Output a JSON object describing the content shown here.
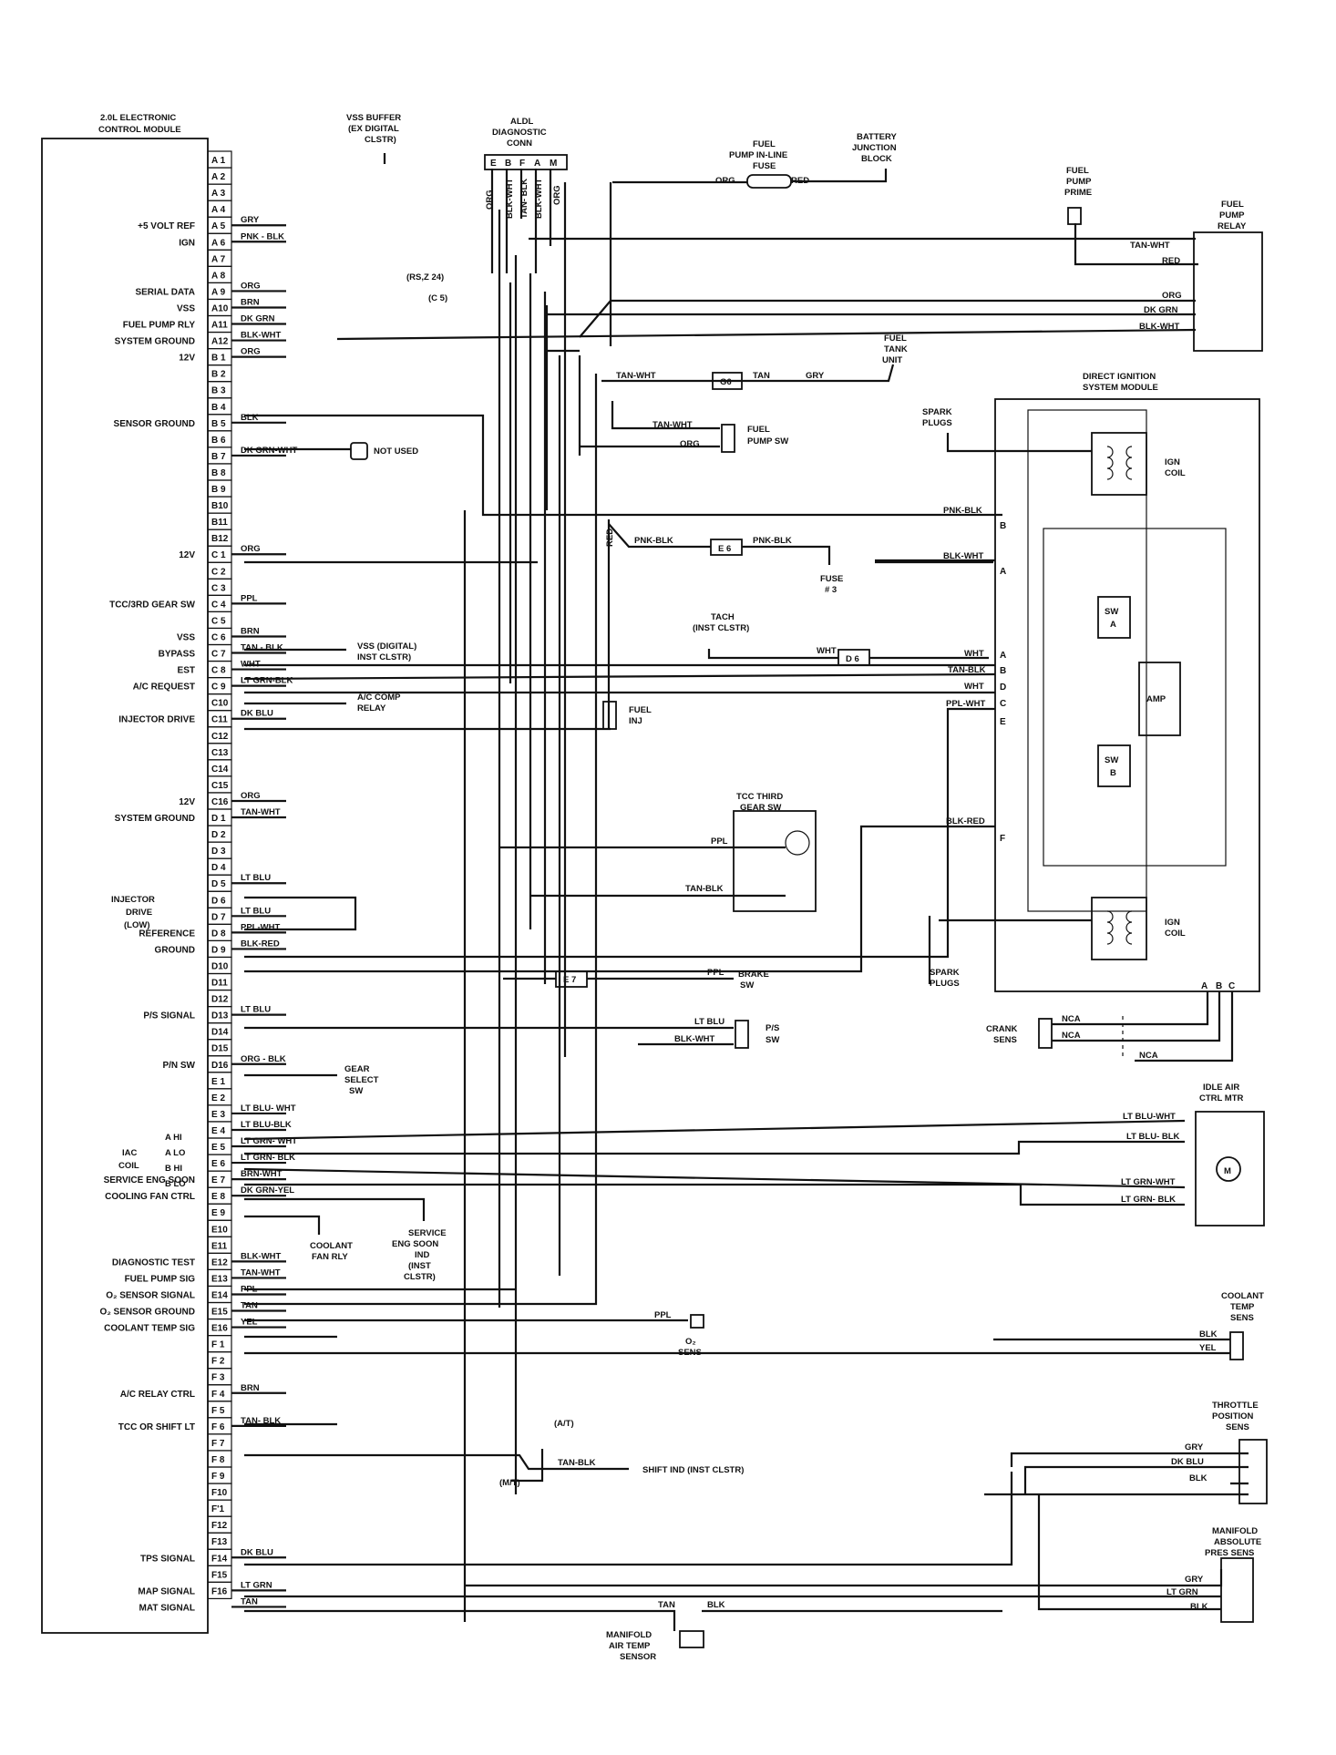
{
  "ecm": {
    "title": [
      "2.0L ELECTRONIC",
      "CONTROL MODULE"
    ],
    "pins": [
      "A 1",
      "A 2",
      "A 3",
      "A 4",
      "A 5",
      "A 6",
      "A 7",
      "A 8",
      "A 9",
      "A10",
      "A11",
      "A12",
      "B 1",
      "B 2",
      "B 3",
      "B 4",
      "B 5",
      "B 6",
      "B 7",
      "B 8",
      "B 9",
      "B10",
      "B11",
      "B12",
      "C 1",
      "C 2",
      "C 3",
      "C 4",
      "C 5",
      "C 6",
      "C 7",
      "C 8",
      "C 9",
      "C10",
      "C11",
      "C12",
      "C13",
      "C14",
      "C15",
      "C16",
      "D 1",
      "D 2",
      "D 3",
      "D 4",
      "D 5",
      "D 6",
      "D 7",
      "D 8",
      "D 9",
      "D10",
      "D11",
      "D12",
      "D13",
      "D14",
      "D15",
      "D16",
      "E 1",
      "E 2",
      "E 3",
      "E 4",
      "E 5",
      "E 6",
      "E 7",
      "E 8",
      "E 9",
      "E10",
      "E11",
      "E12",
      "E13",
      "E14",
      "E15",
      "E16",
      "F 1",
      "F 2",
      "F 3",
      "F 4",
      "F 5",
      "F 6",
      "F 7",
      "F 8",
      "F 9",
      "F10",
      "F'1",
      "F12",
      "F13",
      "F14",
      "F15",
      "F16"
    ],
    "functions": [
      {
        "pin": 4,
        "text": "+5 VOLT REF"
      },
      {
        "pin": 5,
        "text": "IGN"
      },
      {
        "pin": 8,
        "text": "SERIAL DATA"
      },
      {
        "pin": 9,
        "text": "VSS"
      },
      {
        "pin": 10,
        "text": "FUEL PUMP RLY"
      },
      {
        "pin": 11,
        "text": "SYSTEM GROUND"
      },
      {
        "pin": 12,
        "text": "12V"
      },
      {
        "pin": 16,
        "text": "SENSOR GROUND"
      },
      {
        "pin": 24,
        "text": "12V"
      },
      {
        "pin": 27,
        "text": "TCC/3RD GEAR SW"
      },
      {
        "pin": 29,
        "text": "VSS"
      },
      {
        "pin": 30,
        "text": "BYPASS"
      },
      {
        "pin": 31,
        "text": "EST"
      },
      {
        "pin": 32,
        "text": "A/C REQUEST"
      },
      {
        "pin": 34,
        "text": "INJECTOR DRIVE"
      },
      {
        "pin": 39,
        "text": "12V"
      },
      {
        "pin": 40,
        "text": "SYSTEM GROUND"
      },
      {
        "pin": 47,
        "text": "REFERENCE"
      },
      {
        "pin": 48,
        "text": "GROUND"
      },
      {
        "pin": 52,
        "text": "P/S SIGNAL"
      },
      {
        "pin": 55,
        "text": "P/N SW"
      },
      {
        "pin": 62,
        "text": "SERVICE ENG SOON"
      },
      {
        "pin": 63,
        "text": "COOLING FAN CTRL"
      },
      {
        "pin": 67,
        "text": "DIAGNOSTIC TEST"
      },
      {
        "pin": 68,
        "text": "FUEL PUMP SIG"
      },
      {
        "pin": 69,
        "text": "O₂ SENSOR SIGNAL"
      },
      {
        "pin": 70,
        "text": "O₂ SENSOR GROUND"
      },
      {
        "pin": 71,
        "text": "COOLANT TEMP SIG"
      },
      {
        "pin": 75,
        "text": "A/C RELAY CTRL"
      },
      {
        "pin": 77,
        "text": "TCC OR SHIFT LT"
      },
      {
        "pin": 85,
        "text": "TPS SIGNAL"
      },
      {
        "pin": 87,
        "text": "MAP SIGNAL"
      },
      {
        "pin": 88,
        "text": "MAT SIGNAL"
      }
    ],
    "injector_label": [
      "INJECTOR",
      "DRIVE",
      "(LOW)"
    ],
    "iac_label": [
      "IAC",
      "COIL"
    ],
    "iac_sub": [
      "A HI",
      "A LO",
      "B HI",
      "B LO"
    ]
  },
  "wires": [
    {
      "pin": 4,
      "color": "GRY"
    },
    {
      "pin": 5,
      "color": "PNK - BLK"
    },
    {
      "pin": 8,
      "color": "ORG"
    },
    {
      "pin": 9,
      "color": "BRN"
    },
    {
      "pin": 10,
      "color": "DK GRN"
    },
    {
      "pin": 11,
      "color": "BLK-WHT"
    },
    {
      "pin": 12,
      "color": "ORG"
    },
    {
      "pin": 16,
      "color": "BLK"
    },
    {
      "pin": 18,
      "color": "DK GRN-WHT"
    },
    {
      "pin": 24,
      "color": "ORG"
    },
    {
      "pin": 27,
      "color": "PPL"
    },
    {
      "pin": 29,
      "color": "BRN"
    },
    {
      "pin": 30,
      "color": "TAN - BLK"
    },
    {
      "pin": 31,
      "color": "WHT"
    },
    {
      "pin": 32,
      "color": "LT GRN-BLK"
    },
    {
      "pin": 34,
      "color": "DK BLU"
    },
    {
      "pin": 39,
      "color": "ORG"
    },
    {
      "pin": 40,
      "color": "TAN-WHT"
    },
    {
      "pin": 44,
      "color": "LT BLU"
    },
    {
      "pin": 46,
      "color": "LT BLU"
    },
    {
      "pin": 47,
      "color": "PPL-WHT"
    },
    {
      "pin": 48,
      "color": "BLK-RED"
    },
    {
      "pin": 52,
      "color": "LT BLU"
    },
    {
      "pin": 55,
      "color": "ORG - BLK"
    },
    {
      "pin": 58,
      "color": "LT BLU- WHT"
    },
    {
      "pin": 59,
      "color": "LT BLU-BLK"
    },
    {
      "pin": 60,
      "color": "LT GRN- WHT"
    },
    {
      "pin": 61,
      "color": "LT GRN- BLK"
    },
    {
      "pin": 62,
      "color": "BRN-WHT"
    },
    {
      "pin": 63,
      "color": "DK GRN-YEL"
    },
    {
      "pin": 67,
      "color": "BLK-WHT"
    },
    {
      "pin": 68,
      "color": "TAN-WHT"
    },
    {
      "pin": 69,
      "color": "PPL"
    },
    {
      "pin": 70,
      "color": "TAN"
    },
    {
      "pin": 71,
      "color": "YEL"
    },
    {
      "pin": 75,
      "color": "BRN"
    },
    {
      "pin": 77,
      "color": "TAN- BLK"
    },
    {
      "pin": 85,
      "color": "DK BLU"
    },
    {
      "pin": 87,
      "color": "LT GRN"
    },
    {
      "pin": 88,
      "color": "TAN"
    }
  ],
  "components": {
    "vss_buffer": [
      "VSS BUFFER",
      "(EX DIGITAL",
      "CLSTR)"
    ],
    "aldl": [
      "ALDL",
      "DIAGNOSTIC",
      "CONN"
    ],
    "aldl_pins": [
      "E",
      "B",
      "F",
      "A",
      "M"
    ],
    "aldl_wires": [
      "ORG",
      "BLK-WHT",
      "TAN- BLK",
      "BLK-WHT",
      "ORG"
    ],
    "rs_z24": "(RS,Z 24)",
    "c5": "(C 5)",
    "fuse_inline": [
      "FUEL",
      "PUMP IN-LINE",
      "FUSE"
    ],
    "fuse_org": "ORG",
    "fuse_red": "RED",
    "battery": [
      "BATTERY",
      "JUNCTION",
      "BLOCK"
    ],
    "pump_prime": [
      "FUEL",
      "PUMP",
      "PRIME"
    ],
    "pump_relay": [
      "FUEL",
      "PUMP",
      "RELAY"
    ],
    "relay_wires": [
      "TAN-WHT",
      "RED",
      "ORG",
      "DK GRN",
      "BLK-WHT"
    ],
    "fuel_tank": [
      "FUEL",
      "TANK",
      "UNIT"
    ],
    "g6": "G6",
    "g6_left": "TAN-WHT",
    "g6_right": "TAN",
    "tank_gry": "GRY",
    "pump_sw": [
      "FUEL",
      "PUMP SW"
    ],
    "pump_sw_wires": [
      "TAN-WHT",
      "ORG"
    ],
    "not_used": "NOT USED",
    "red_vertical": "RED",
    "e6": "E 6",
    "e6_left": "PNK-BLK",
    "e6_right": "PNK-BLK",
    "fuse3": [
      "FUSE",
      "# 3"
    ],
    "tach": [
      "TACH",
      "(INST CLSTR)"
    ],
    "d6": "D 6",
    "d6_left": "WHT",
    "vss_digital": [
      "VSS (DIGITAL)",
      "INST CLSTR)"
    ],
    "ac_comp_relay": [
      "A/C COMP",
      "RELAY"
    ],
    "fuel_inj": [
      "FUEL",
      "INJ"
    ],
    "tcc_sw": [
      "TCC THIRD",
      "GEAR SW"
    ],
    "tcc_wires": [
      "PPL",
      "TAN-BLK"
    ],
    "e7": "E 7",
    "brake": [
      "BRAKE",
      "SW"
    ],
    "brake_wire": "PPL",
    "ps_sw": [
      "P/S",
      "SW"
    ],
    "ps_wires": [
      "LT BLU",
      "BLK-WHT"
    ],
    "gear_select": [
      "GEAR",
      "SELECT",
      "SW"
    ],
    "coolant_fan": [
      "COOLANT",
      "FAN RLY"
    ],
    "service_ind": [
      "SERVICE",
      "ENG SOON",
      "IND",
      "(INST",
      "CLSTR)"
    ],
    "o2": [
      "O₂",
      "SENS"
    ],
    "o2_wire": "PPL",
    "shift_ind": "SHIFT IND (INST CLSTR)",
    "at": "(A/T)",
    "mt": "(M/T)",
    "shift_wire": "TAN-BLK",
    "dis_title": [
      "DIRECT IGNITION",
      "SYSTEM MODULE"
    ],
    "spark_plugs": [
      "SPARK",
      "PLUGS"
    ],
    "ign_coil": [
      "IGN",
      "COIL"
    ],
    "dis_wires": [
      "PNK-BLK",
      "BLK-WHT",
      "WHT",
      "TAN-BLK",
      "WHT",
      "PPL-WHT",
      "BLK-RED"
    ],
    "dis_pins": [
      "B",
      "A",
      "A",
      "B",
      "D",
      "C",
      "E",
      "F"
    ],
    "sw_a": [
      "SW",
      "A"
    ],
    "sw_b": [
      "SW",
      "B"
    ],
    "amp": "AMP",
    "abc": [
      "A",
      "B",
      "C"
    ],
    "crank_sens": [
      "CRANK",
      "SENS"
    ],
    "nca": "NCA",
    "iac_motor": [
      "IDLE AIR",
      "CTRL MTR"
    ],
    "iac_wires": [
      "LT BLU-WHT",
      "LT BLU- BLK",
      "LT GRN-WHT",
      "LT GRN- BLK"
    ],
    "motor_m": "M",
    "coolant_temp": [
      "COOLANT",
      "TEMP",
      "SENS"
    ],
    "coolant_wires": [
      "BLK",
      "YEL"
    ],
    "tps": [
      "THROTTLE",
      "POSITION",
      "SENS"
    ],
    "tps_wires": [
      "GRY",
      "DK BLU",
      "BLK"
    ],
    "map": [
      "MANIFOLD",
      "ABSOLUTE",
      "PRES SENS"
    ],
    "map_wires": [
      "GRY",
      "LT GRN",
      "BLK"
    ],
    "mat": [
      "MANIFOLD",
      "AIR TEMP",
      "SENSOR"
    ],
    "mat_wires": [
      "TAN",
      "BLK"
    ]
  }
}
